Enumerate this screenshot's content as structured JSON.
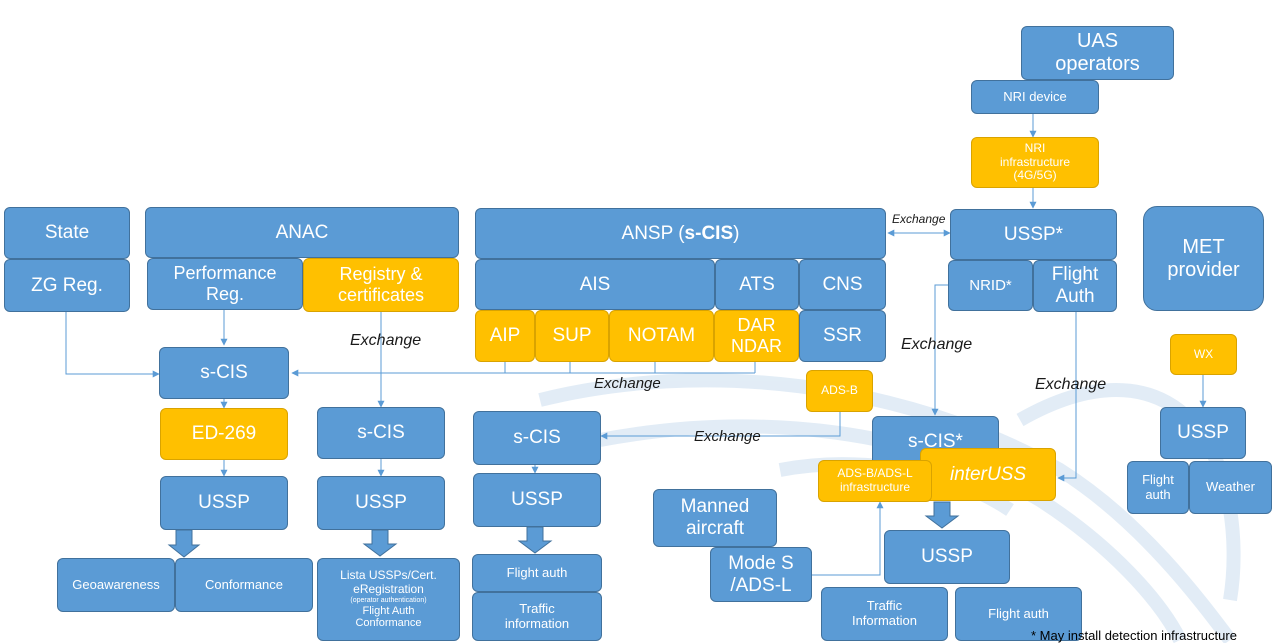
{
  "colors": {
    "blue": "#5b9bd5",
    "yellow": "#ffc000",
    "line": "#5b9bd5",
    "watermark": "#dbe8f4"
  },
  "uas_operators": "UAS\noperators",
  "nri_device": "NRI device",
  "nri_infrastructure": "NRI\ninfrastructure\n(4G/5G)",
  "state": "State",
  "zg_reg": "ZG Reg.",
  "anac": "ANAC",
  "performance_reg": "Performance\nReg.",
  "registry_certificates": "Registry &\ncertificates",
  "ansp_prefix": "ANSP (",
  "ansp_bold": "s-CIS",
  "ansp_suffix": ")",
  "ais": "AIS",
  "ats": "ATS",
  "cns": "CNS",
  "aip": "AIP",
  "sup": "SUP",
  "notam": "NOTAM",
  "dar_ndar": "DAR\nNDAR",
  "ssr": "SSR",
  "ads_b": "ADS-B",
  "ussp_star": "USSP*",
  "nrid_star": "NRID*",
  "flight_auth_2": "Flight\nAuth",
  "met_provider": "MET\nprovider",
  "wx": "WX",
  "scis": "s-CIS",
  "scis_star": "s-CIS*",
  "ed269": "ED-269",
  "ussp": "USSP",
  "interuss": "interUSS",
  "ads_b_ads_l_infra": "ADS-B/ADS-L\ninfrastructure",
  "manned_aircraft": "Manned\naircraft",
  "mode_s": "Mode S\n/ADS-L",
  "geoawareness": "Geoawareness",
  "conformance": "Conformance",
  "lista_line1": "Lista USSPs/Cert.",
  "lista_line2": "eRegistration",
  "lista_small": "(operator authentication)",
  "lista_line3": "Flight Auth",
  "lista_line4": "Conformance",
  "flight_auth": "Flight auth",
  "traffic_information": "Traffic\ninformation",
  "traffic_information_cap": "Traffic\nInformation",
  "flight_auth_lower": "Flight\nauth",
  "weather": "Weather",
  "exchange": "Exchange",
  "footnote": "* May install detection infrastructure"
}
